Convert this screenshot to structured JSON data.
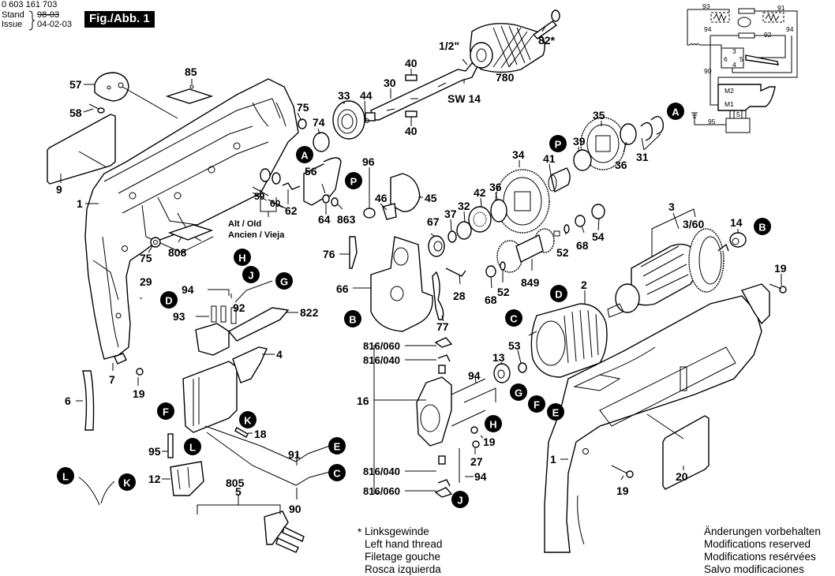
{
  "header": {
    "part_number": "0 603 161 703",
    "stand_label": "Stand",
    "issue_label": "Issue",
    "stand_old_date": "98-03",
    "issue_date": "04-02-03",
    "figure_label": "Fig./Abb. 1"
  },
  "footnote": {
    "marker": "*",
    "lines": [
      "Linksgewinde",
      "Left hand thread",
      "Filetage gouche",
      "Rosca izquierda"
    ]
  },
  "disclaimer": {
    "lines": [
      "Änderungen vorbehalten",
      "Modifications reserved",
      "Modifications resérvées",
      "Salvo modificaciones"
    ]
  },
  "old_parts_note": {
    "line1": "Alt / Old",
    "line2": "Ancien / Vieja",
    "struck_parts": [
      "59",
      "60"
    ]
  },
  "chuck": {
    "size_label": "1/2\"",
    "wrench_label": "SW 14"
  },
  "part_labels": [
    {
      "id": "57",
      "text": "57"
    },
    {
      "id": "58",
      "text": "58"
    },
    {
      "id": "9",
      "text": "9"
    },
    {
      "id": "1a",
      "text": "1"
    },
    {
      "id": "85",
      "text": "85"
    },
    {
      "id": "75a",
      "text": "75"
    },
    {
      "id": "74",
      "text": "74"
    },
    {
      "id": "33",
      "text": "33"
    },
    {
      "id": "44",
      "text": "44"
    },
    {
      "id": "30",
      "text": "30"
    },
    {
      "id": "40a",
      "text": "40"
    },
    {
      "id": "40b",
      "text": "40"
    },
    {
      "id": "780",
      "text": "780"
    },
    {
      "id": "82",
      "text": "82*"
    },
    {
      "id": "35",
      "text": "35"
    },
    {
      "id": "39",
      "text": "39"
    },
    {
      "id": "36a",
      "text": "36"
    },
    {
      "id": "31",
      "text": "31"
    },
    {
      "id": "34",
      "text": "34"
    },
    {
      "id": "41",
      "text": "41"
    },
    {
      "id": "36b",
      "text": "36"
    },
    {
      "id": "42",
      "text": "42"
    },
    {
      "id": "32",
      "text": "32"
    },
    {
      "id": "37",
      "text": "37"
    },
    {
      "id": "67",
      "text": "67"
    },
    {
      "id": "96",
      "text": "96"
    },
    {
      "id": "46",
      "text": "46"
    },
    {
      "id": "45",
      "text": "45"
    },
    {
      "id": "56",
      "text": "56"
    },
    {
      "id": "62",
      "text": "62"
    },
    {
      "id": "64",
      "text": "64"
    },
    {
      "id": "863",
      "text": "863"
    },
    {
      "id": "75b",
      "text": "75"
    },
    {
      "id": "808",
      "text": "808"
    },
    {
      "id": "76",
      "text": "76"
    },
    {
      "id": "66",
      "text": "66"
    },
    {
      "id": "28",
      "text": "28"
    },
    {
      "id": "77",
      "text": "77"
    },
    {
      "id": "52a",
      "text": "52"
    },
    {
      "id": "68a",
      "text": "68"
    },
    {
      "id": "54",
      "text": "54"
    },
    {
      "id": "849",
      "text": "849"
    },
    {
      "id": "68b",
      "text": "68"
    },
    {
      "id": "52b",
      "text": "52"
    },
    {
      "id": "3",
      "text": "3"
    },
    {
      "id": "360",
      "text": "3/60"
    },
    {
      "id": "14",
      "text": "14"
    },
    {
      "id": "19a",
      "text": "19"
    },
    {
      "id": "2",
      "text": "2"
    },
    {
      "id": "29",
      "text": "29"
    },
    {
      "id": "94a",
      "text": "94"
    },
    {
      "id": "92",
      "text": "92"
    },
    {
      "id": "93",
      "text": "93"
    },
    {
      "id": "822",
      "text": "822"
    },
    {
      "id": "4",
      "text": "4"
    },
    {
      "id": "7",
      "text": "7"
    },
    {
      "id": "19b",
      "text": "19"
    },
    {
      "id": "6",
      "text": "6"
    },
    {
      "id": "18",
      "text": "18"
    },
    {
      "id": "95",
      "text": "95"
    },
    {
      "id": "91",
      "text": "91"
    },
    {
      "id": "12",
      "text": "12"
    },
    {
      "id": "805",
      "text": "805"
    },
    {
      "id": "5",
      "text": "5"
    },
    {
      "id": "90",
      "text": "90"
    },
    {
      "id": "816060a",
      "text": "816/060"
    },
    {
      "id": "816040a",
      "text": "816/040"
    },
    {
      "id": "16",
      "text": "16"
    },
    {
      "id": "816040b",
      "text": "816/040"
    },
    {
      "id": "816060b",
      "text": "816/060"
    },
    {
      "id": "94b",
      "text": "94"
    },
    {
      "id": "19c",
      "text": "19"
    },
    {
      "id": "27",
      "text": "27"
    },
    {
      "id": "94c",
      "text": "94"
    },
    {
      "id": "13",
      "text": "13"
    },
    {
      "id": "53",
      "text": "53"
    },
    {
      "id": "1b",
      "text": "1"
    },
    {
      "id": "19d",
      "text": "19"
    },
    {
      "id": "20",
      "text": "20"
    }
  ],
  "connection_markers": [
    {
      "id": "A1",
      "letter": "A"
    },
    {
      "id": "A2",
      "letter": "A"
    },
    {
      "id": "P1",
      "letter": "P"
    },
    {
      "id": "P2",
      "letter": "P"
    },
    {
      "id": "B1",
      "letter": "B"
    },
    {
      "id": "B2",
      "letter": "B"
    },
    {
      "id": "H1",
      "letter": "H"
    },
    {
      "id": "H2",
      "letter": "H"
    },
    {
      "id": "J1",
      "letter": "J"
    },
    {
      "id": "J2",
      "letter": "J"
    },
    {
      "id": "G1",
      "letter": "G"
    },
    {
      "id": "G2",
      "letter": "G"
    },
    {
      "id": "D1",
      "letter": "D"
    },
    {
      "id": "D2",
      "letter": "D"
    },
    {
      "id": "C1",
      "letter": "C"
    },
    {
      "id": "C2",
      "letter": "C"
    },
    {
      "id": "E1",
      "letter": "E"
    },
    {
      "id": "E2",
      "letter": "E"
    },
    {
      "id": "F1",
      "letter": "F"
    },
    {
      "id": "F2",
      "letter": "F"
    },
    {
      "id": "K1",
      "letter": "K"
    },
    {
      "id": "K2",
      "letter": "K"
    },
    {
      "id": "L1",
      "letter": "L"
    },
    {
      "id": "L2",
      "letter": "L"
    }
  ],
  "wiring_diagram": {
    "labels": {
      "w93": "93",
      "w91": "91",
      "w94a": "94",
      "w94b": "94",
      "w92": "92",
      "t3": "3",
      "t6": "6",
      "t5": "5",
      "t4": "4",
      "w90": "90",
      "m2": "M2",
      "m1": "M1",
      "t5b": "5",
      "w95": "95"
    }
  }
}
